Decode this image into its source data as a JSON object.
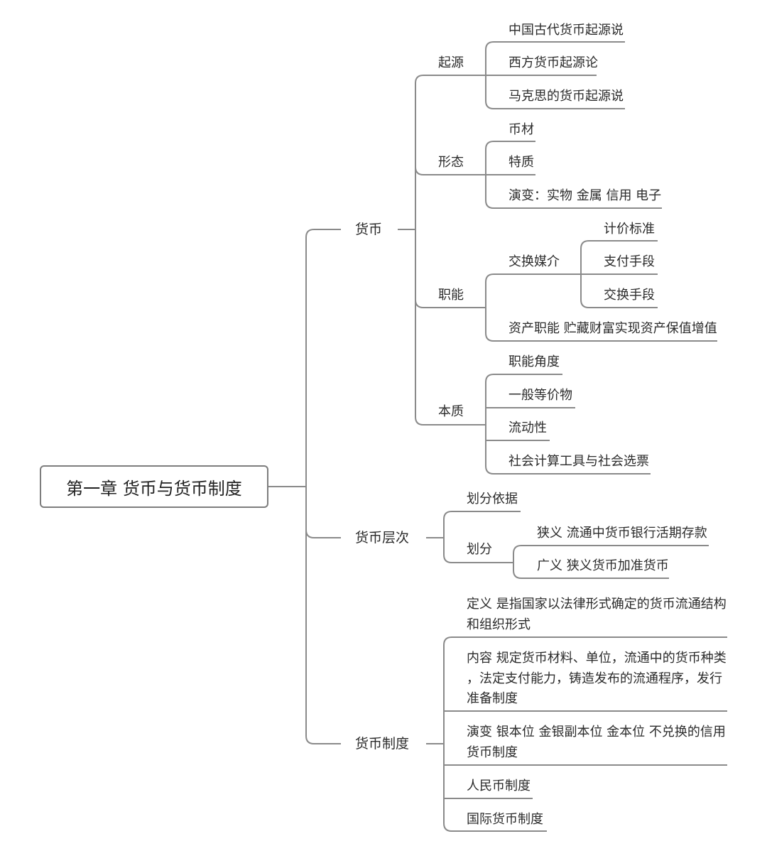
{
  "root": "第一章 货币与货币制度",
  "b1": {
    "label": "货币",
    "qiyuan": {
      "label": "起源",
      "items": [
        "中国古代货币起源说",
        "西方货币起源论",
        "马克思的货币起源说"
      ]
    },
    "xingtai": {
      "label": "形态",
      "items": [
        "币材",
        "特质",
        "演变：实物 金属 信用 电子"
      ]
    },
    "zhineng": {
      "label": "职能",
      "jiaohuan": {
        "label": "交换媒介",
        "items": [
          "计价标准",
          "支付手段",
          "交换手段"
        ]
      },
      "zichan": "资产职能 贮藏财富实现资产保值增值"
    },
    "benzhi": {
      "label": "本质",
      "items": [
        "职能角度",
        "一般等价物",
        "流动性",
        "社会计算工具与社会选票"
      ]
    }
  },
  "b2": {
    "label": "货币层次",
    "yiju": "划分依据",
    "huafen": {
      "label": "划分",
      "items": [
        "狭义 流通中货币银行活期存款",
        "广义 狭义货币加准货币"
      ]
    }
  },
  "b3": {
    "label": "货币制度",
    "dingyi": [
      "定义 是指国家以法律形式确定的货币流通结构",
      "和组织形式"
    ],
    "neirong": [
      "内容 规定货币材料、单位，流通中的货币种类",
      "，法定支付能力，铸造发布的流通程序，发行",
      "准备制度"
    ],
    "yanbian": [
      "演变 银本位 金银副本位 金本位 不兑换的信用",
      "货币制度"
    ],
    "rmb": "人民币制度",
    "guoji": "国际货币制度"
  }
}
